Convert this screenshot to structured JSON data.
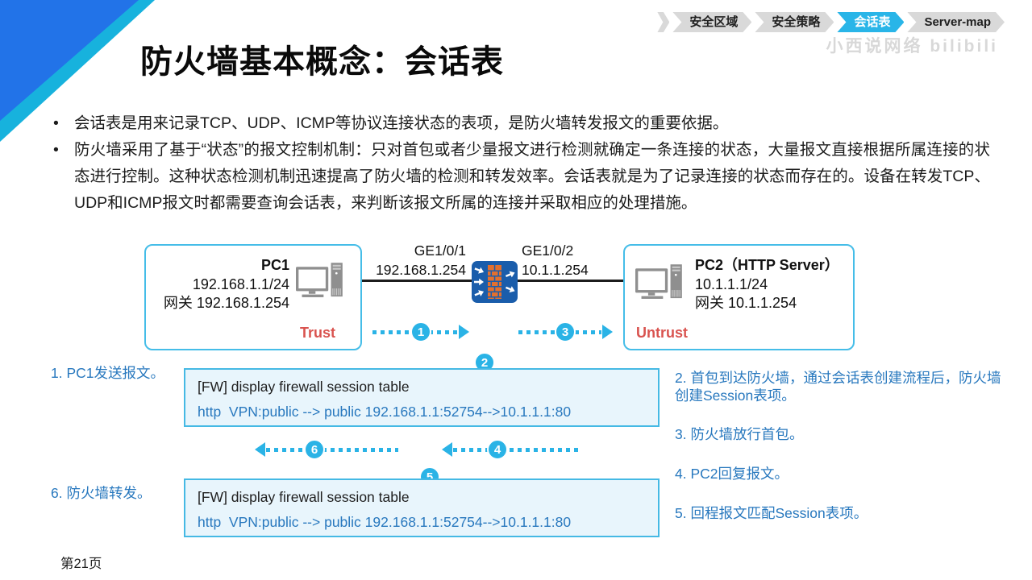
{
  "breadcrumb": {
    "tabs": [
      {
        "label": "安全区域",
        "active": false
      },
      {
        "label": "安全策略",
        "active": false
      },
      {
        "label": "会话表",
        "active": true
      },
      {
        "label": "Server-map",
        "active": false
      }
    ]
  },
  "watermark": "小西说网络 bilibili",
  "title": "防火墙基本概念：会话表",
  "bullets": [
    "会话表是用来记录TCP、UDP、ICMP等协议连接状态的表项，是防火墙转发报文的重要依据。",
    "防火墙采用了基于“状态”的报文控制机制：只对首包或者少量报文进行检测就确定一条连接的状态，大量报文直接根据所属连接的状态进行控制。这种状态检测机制迅速提高了防火墙的检测和转发效率。会话表就是为了记录连接的状态而存在的。设备在转发TCP、UDP和ICMP报文时都需要查询会话表，来判断该报文所属的连接并采取相应的处理措施。"
  ],
  "topology": {
    "pc1": {
      "name": "PC1",
      "ip": "192.168.1.1/24",
      "gateway": "网关 192.168.1.254",
      "zone": "Trust"
    },
    "pc2": {
      "name": "PC2（HTTP Server）",
      "ip": "10.1.1.1/24",
      "gateway": "网关 10.1.1.254",
      "zone": "Untrust"
    },
    "firewall": {
      "left_interface": "GE1/0/1",
      "left_ip": "192.168.1.254",
      "right_interface": "GE1/0/2",
      "right_ip": "10.1.1.254"
    }
  },
  "badges": [
    "1",
    "2",
    "3",
    "4",
    "5",
    "6"
  ],
  "session_tables": [
    {
      "command": "[FW] display firewall session table",
      "entry": "http  VPN:public --> public 192.168.1.1:52754-->10.1.1.1:80"
    },
    {
      "command": "[FW] display firewall session table",
      "entry": "http  VPN:public --> public 192.168.1.1:52754-->10.1.1.1:80"
    }
  ],
  "steps": {
    "left": [
      "1. PC1发送报文。",
      "6. 防火墙转发。"
    ],
    "right": [
      "2. 首包到达防火墙，通过会话表创建流程后，防火墙创建Session表项。",
      "3. 防火墙放行首包。",
      "4. PC2回复报文。",
      "5. 回程报文匹配Session表项。"
    ]
  },
  "page_number": "第21页",
  "colors": {
    "accent_blue": "#2273e8",
    "accent_cyan": "#17b2dd",
    "tab_active": "#29b5e8",
    "flow_cyan": "#2ab3e6",
    "box_border": "#45bde8",
    "session_bg": "#e8f5fc",
    "step_text": "#2878be",
    "zone_red": "#d9534f",
    "firewall_body": "#1a5dab",
    "brick_orange": "#e2702f"
  }
}
